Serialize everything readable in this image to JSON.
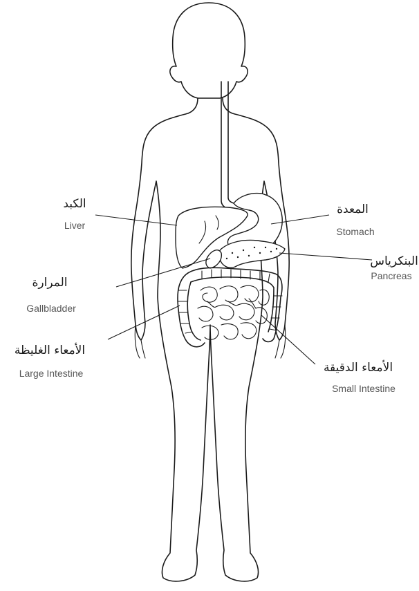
{
  "labels": {
    "liver": {
      "arabic": "الكبد",
      "english": "Liver"
    },
    "gallbladder": {
      "arabic": "المرارة",
      "english": "Gallbladder"
    },
    "large_intestine": {
      "arabic": "الأمعاء الغليظة",
      "english": "Large Intestine"
    },
    "stomach": {
      "arabic": "المعدة",
      "english": "Stomach"
    },
    "pancreas": {
      "arabic": "البنكرياس",
      "english": "Pancreas"
    },
    "small_intestine": {
      "arabic": "الأمعاء الدقيقة",
      "english": "Small Intestine"
    }
  }
}
